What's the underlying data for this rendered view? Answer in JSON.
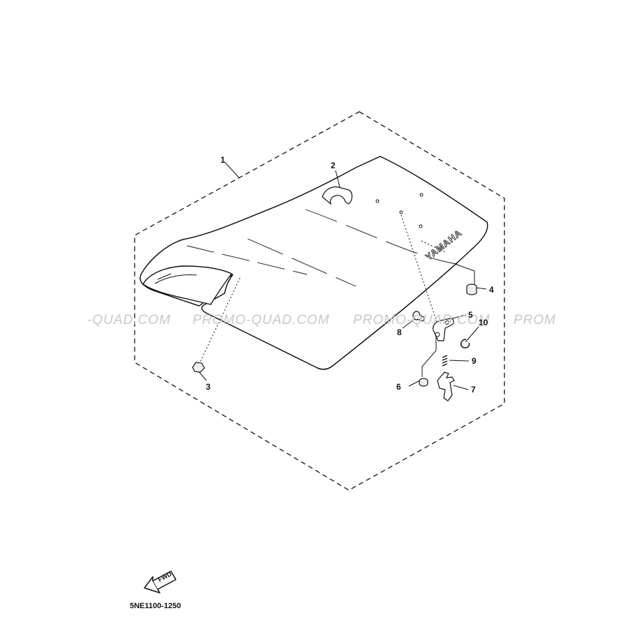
{
  "watermark": {
    "left_fragment": "-QUAD.COM",
    "center": "PROMO-QUAD.COM",
    "right_center": "PROMO-QUAD.COM",
    "right_fragment": "PROM"
  },
  "seat": {
    "brand": "YAMAHA"
  },
  "callouts": [
    "1",
    "2",
    "3",
    "4",
    "5",
    "6",
    "7",
    "8",
    "9",
    "10"
  ],
  "fwd_label": "FWD",
  "document_number": "5NE1100-1250"
}
